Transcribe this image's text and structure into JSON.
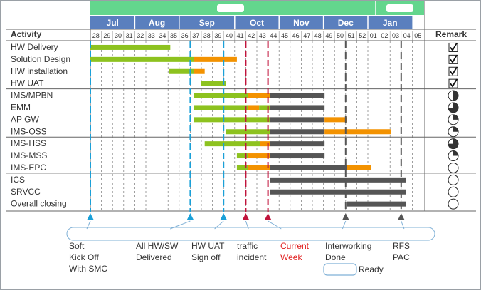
{
  "header": {
    "activity_label": "Activity",
    "remark_label": "Remark"
  },
  "months": [
    "Jul",
    "Aug",
    "Sep",
    "Oct",
    "Nov",
    "Dec",
    "Jan"
  ],
  "weeks": [
    "28",
    "29",
    "30",
    "31",
    "32",
    "33",
    "34",
    "35",
    "36",
    "37",
    "38",
    "39",
    "40",
    "41",
    "42",
    "43",
    "44",
    "45",
    "46",
    "47",
    "48",
    "49",
    "50",
    "51",
    "52",
    "01",
    "02",
    "03",
    "04",
    "05"
  ],
  "groups": [
    {
      "activities": [
        {
          "name": "HW Delivery",
          "remark": "check"
        },
        {
          "name": "Solution Design",
          "remark": "check"
        },
        {
          "name": "HW installation",
          "remark": "check"
        },
        {
          "name": "HW  UAT",
          "remark": "check"
        }
      ]
    },
    {
      "activities": [
        {
          "name": "IMS/MPBN",
          "remark": "half"
        },
        {
          "name": "EMM",
          "remark": "three-quarter"
        },
        {
          "name": "AP GW",
          "remark": "quarter"
        },
        {
          "name": "IMS-OSS",
          "remark": "quarter"
        }
      ]
    },
    {
      "activities": [
        {
          "name": "IMS-HSS",
          "remark": "three-quarter"
        },
        {
          "name": "IMS-MSS",
          "remark": "quarter"
        },
        {
          "name": "IMS-EPC",
          "remark": "empty"
        }
      ]
    },
    {
      "activities": [
        {
          "name": "ICS",
          "remark": "empty"
        },
        {
          "name": "SRVCC",
          "remark": "empty"
        },
        {
          "name": "Overall closing",
          "remark": "empty"
        }
      ]
    }
  ],
  "milestones": [
    {
      "lines": [
        "Soft",
        "Kick Off",
        "With SMC"
      ],
      "color": "#1aa0d8",
      "text_color": "#333333"
    },
    {
      "lines": [
        "All HW/SW",
        "Delivered"
      ],
      "color": "#1aa0d8",
      "text_color": "#333333"
    },
    {
      "lines": [
        "HW UAT",
        "Sign off"
      ],
      "color": "#1aa0d8",
      "text_color": "#333333"
    },
    {
      "lines": [
        "traffic",
        "incident"
      ],
      "color": "#c0143c",
      "text_color": "#333333"
    },
    {
      "lines": [
        "Current",
        "Week"
      ],
      "color": "#c0143c",
      "text_color": "#e01b1b"
    },
    {
      "lines": [
        "Interworking",
        "Done"
      ],
      "color": "#555555",
      "text_color": "#333333"
    },
    {
      "lines": [
        "RFS",
        "PAC"
      ],
      "color": "#555555",
      "text_color": "#333333"
    }
  ],
  "legend": {
    "ready_label": "Ready"
  },
  "colors": {
    "month_bg": "#5a7fbe",
    "top_band": "#63d68d",
    "green_bar": "#8dc21f",
    "orange_bar": "#f39200",
    "gray_bar": "#555555",
    "milestone_blue": "#1aa0d8",
    "milestone_red": "#c0143c",
    "milestone_gray": "#555555"
  }
}
